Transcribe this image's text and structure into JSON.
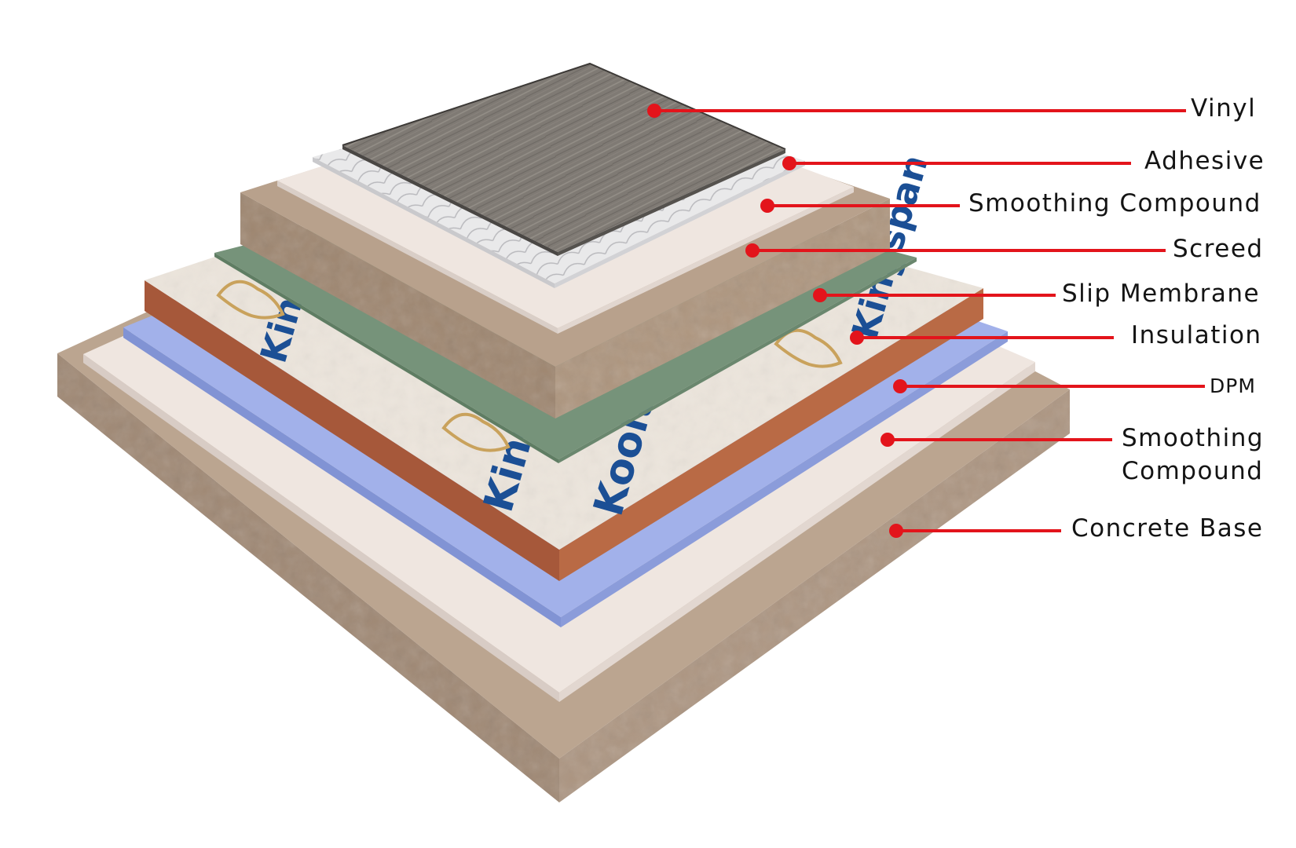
{
  "diagram": {
    "layers": [
      {
        "id": "vinyl",
        "label": "Vinyl"
      },
      {
        "id": "adhesive",
        "label": "Adhesive"
      },
      {
        "id": "smoothing-compound-top",
        "label": "Smoothing Compound"
      },
      {
        "id": "screed",
        "label": "Screed"
      },
      {
        "id": "slip-membrane",
        "label": "Slip Membrane"
      },
      {
        "id": "insulation",
        "label": "Insulation"
      },
      {
        "id": "dpm",
        "label": "DPM"
      },
      {
        "id": "smoothing-compound-bottom",
        "label": "Smoothing Compound"
      },
      {
        "id": "concrete-base",
        "label": "Concrete Base"
      }
    ],
    "insulation_brand_text": [
      "Kingspan",
      "Kooltherm"
    ],
    "colors": {
      "leader_line": "#e3141b",
      "concrete": "#b59d87",
      "smoothing_compound": "#efe5df",
      "dpm": "#9aaae6",
      "insulation_edge": "#b4643f",
      "insulation_foil": "#ece5dc",
      "slip_membrane": "#76937a",
      "vinyl": "#7d7873",
      "brand_text": "#1b4f95"
    }
  }
}
